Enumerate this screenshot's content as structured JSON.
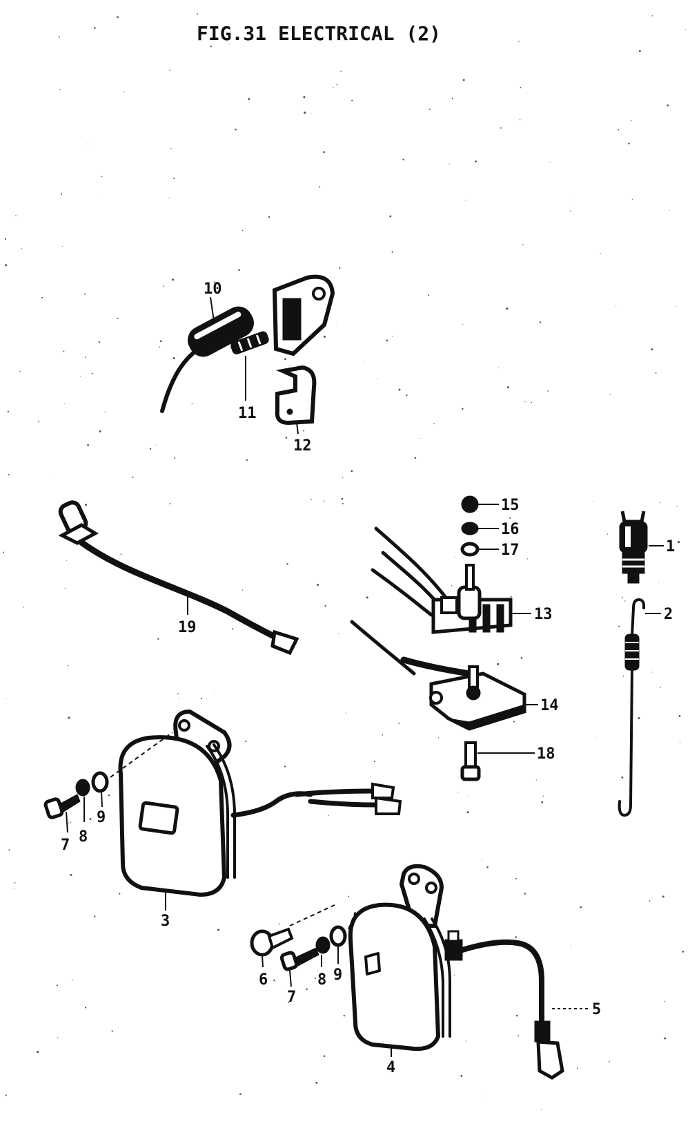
{
  "figure": {
    "title": "FIG.31  ELECTRICAL (2)",
    "callouts": {
      "p1": "1",
      "p2": "2",
      "p3": "3",
      "p4": "4",
      "p5": "5",
      "p6": "6",
      "p7a": "7",
      "p7b": "7",
      "p8a": "8",
      "p8b": "8",
      "p9a": "9",
      "p9b": "9",
      "p10": "10",
      "p11": "11",
      "p12": "12",
      "p13": "13",
      "p14": "14",
      "p15": "15",
      "p16": "16",
      "p17": "17",
      "p18": "18",
      "p19": "19"
    }
  },
  "colors": {
    "ink": "#111111",
    "paper": "#ffffff"
  }
}
